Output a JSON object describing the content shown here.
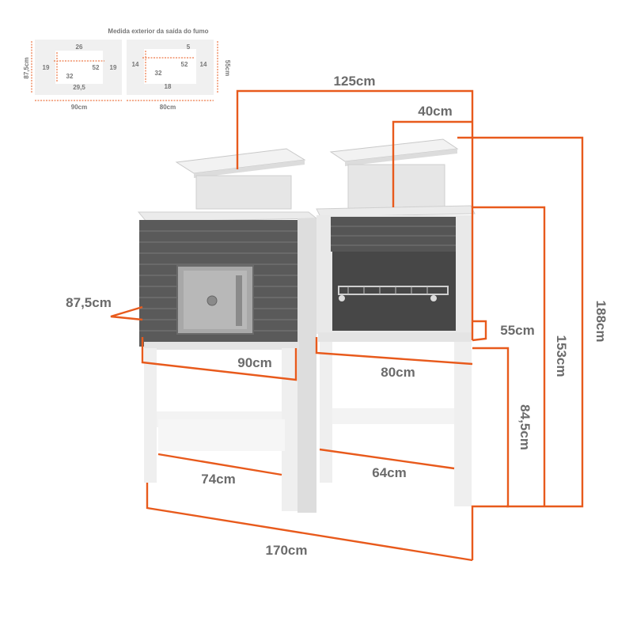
{
  "inset": {
    "title": "Medida exterior da saída do fumo",
    "left": {
      "top": "26",
      "left": "19",
      "right": "19",
      "inner_right": "52",
      "inner_bottom": "32",
      "bottom": "29,5",
      "side": "87,5cm",
      "width": "90cm"
    },
    "right": {
      "top": "5",
      "left": "14",
      "right": "14",
      "inner_right": "52",
      "inner_bottom": "32",
      "bottom": "18",
      "side": "55cm",
      "width": "80cm"
    }
  },
  "dimensions": {
    "total_top": "125cm",
    "chimney_width": "40cm",
    "oven_depth": "87,5cm",
    "bbq_depth": "55cm",
    "oven_width": "90cm",
    "bbq_width": "80cm",
    "height_counter": "84,5cm",
    "height_mid": "153cm",
    "height_total": "188cm",
    "oven_leg_span": "74cm",
    "bbq_leg_span": "64cm",
    "total_width": "170cm"
  },
  "colors": {
    "accent": "#e85a1c",
    "label": "#6b6b6b",
    "brick": "#5a5a5a",
    "concrete": "#e9e9e9"
  }
}
